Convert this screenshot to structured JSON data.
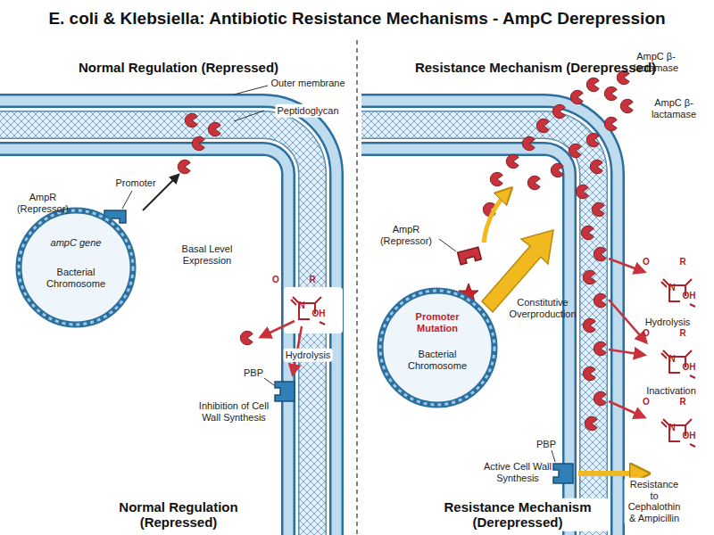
{
  "diagram": {
    "title": "E. coli & Klebsiella: Antibiotic Resistance Mechanisms - AmpC Derepression",
    "nodes": [
      {
        "text": [
          "ampC gene",
          "Bacterial Chromosome"
        ]
      },
      {
        "text": [
          "Promoter Mutation",
          "Bacterial Chromosome"
        ]
      }
    ],
    "labels": [
      "Normal Regulation (Repressed)",
      "Resistance Mechanism (Derepressed)",
      "Outer membrane",
      "Peptidoglycan",
      "AmpR (Repressor)",
      "Promoter",
      "Basal Level Expression",
      "Hydrolysis",
      "PBP",
      "Inhibition of Cell Wall Synthesis",
      "Normal Regulation (Repressed)",
      "AmpC β-lactamase",
      "AmpC β-lactamase",
      "AmpR (Repressor)",
      "Constitutive Overproduction",
      "Hydrolysis",
      "Inactivation",
      "PBP",
      "Active Cell Wall Synthesis",
      "Resistance to Cephalothin & Ampicillin",
      "Resistance Mechanism (Derepressed)",
      "O",
      "R",
      "N",
      "OH",
      "O",
      "R",
      "N",
      "OH",
      "O",
      "R",
      "N",
      "OH",
      "O",
      "R",
      "N",
      "OH"
    ]
  }
}
